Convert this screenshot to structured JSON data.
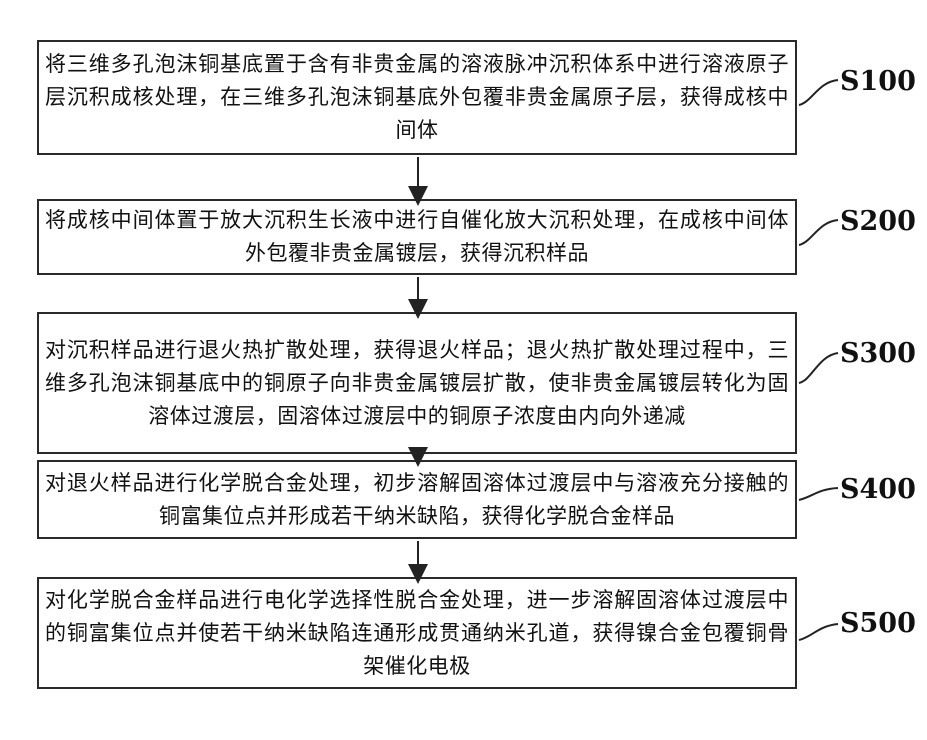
{
  "steps": [
    {
      "id": "S100",
      "text": "将三维多孔泡沫铜基底置于含有非贵金属的溶液脉冲沉积体系中进行溶液原子层沉积成核处理，在三维多孔泡沫铜基底外包覆非贵金属原子层，获得成核中间体"
    },
    {
      "id": "S200",
      "text": "将成核中间体置于放大沉积生长液中进行自催化放大沉积处理，在成核中间体外包覆非贵金属镀层，获得沉积样品"
    },
    {
      "id": "S300",
      "text": "对沉积样品进行退火热扩散处理，获得退火样品；退火热扩散处理过程中，三维多孔泡沫铜基底中的铜原子向非贵金属镀层扩散，使非贵金属镀层转化为固溶体过渡层，固溶体过渡层中的铜原子浓度由内向外递减"
    },
    {
      "id": "S400",
      "text": "对退火样品进行化学脱合金处理，初步溶解固溶体过渡层中与溶液充分接触的铜富集位点并形成若干纳米缺陷，获得化学脱合金样品"
    },
    {
      "id": "S500",
      "text": "对化学脱合金样品进行电化学选择性脱合金处理，进一步溶解固溶体过渡层中的铜富集位点并使若干纳米缺陷连通形成贯通纳米孔道，获得镍合金包覆铜骨架催化电极"
    }
  ]
}
